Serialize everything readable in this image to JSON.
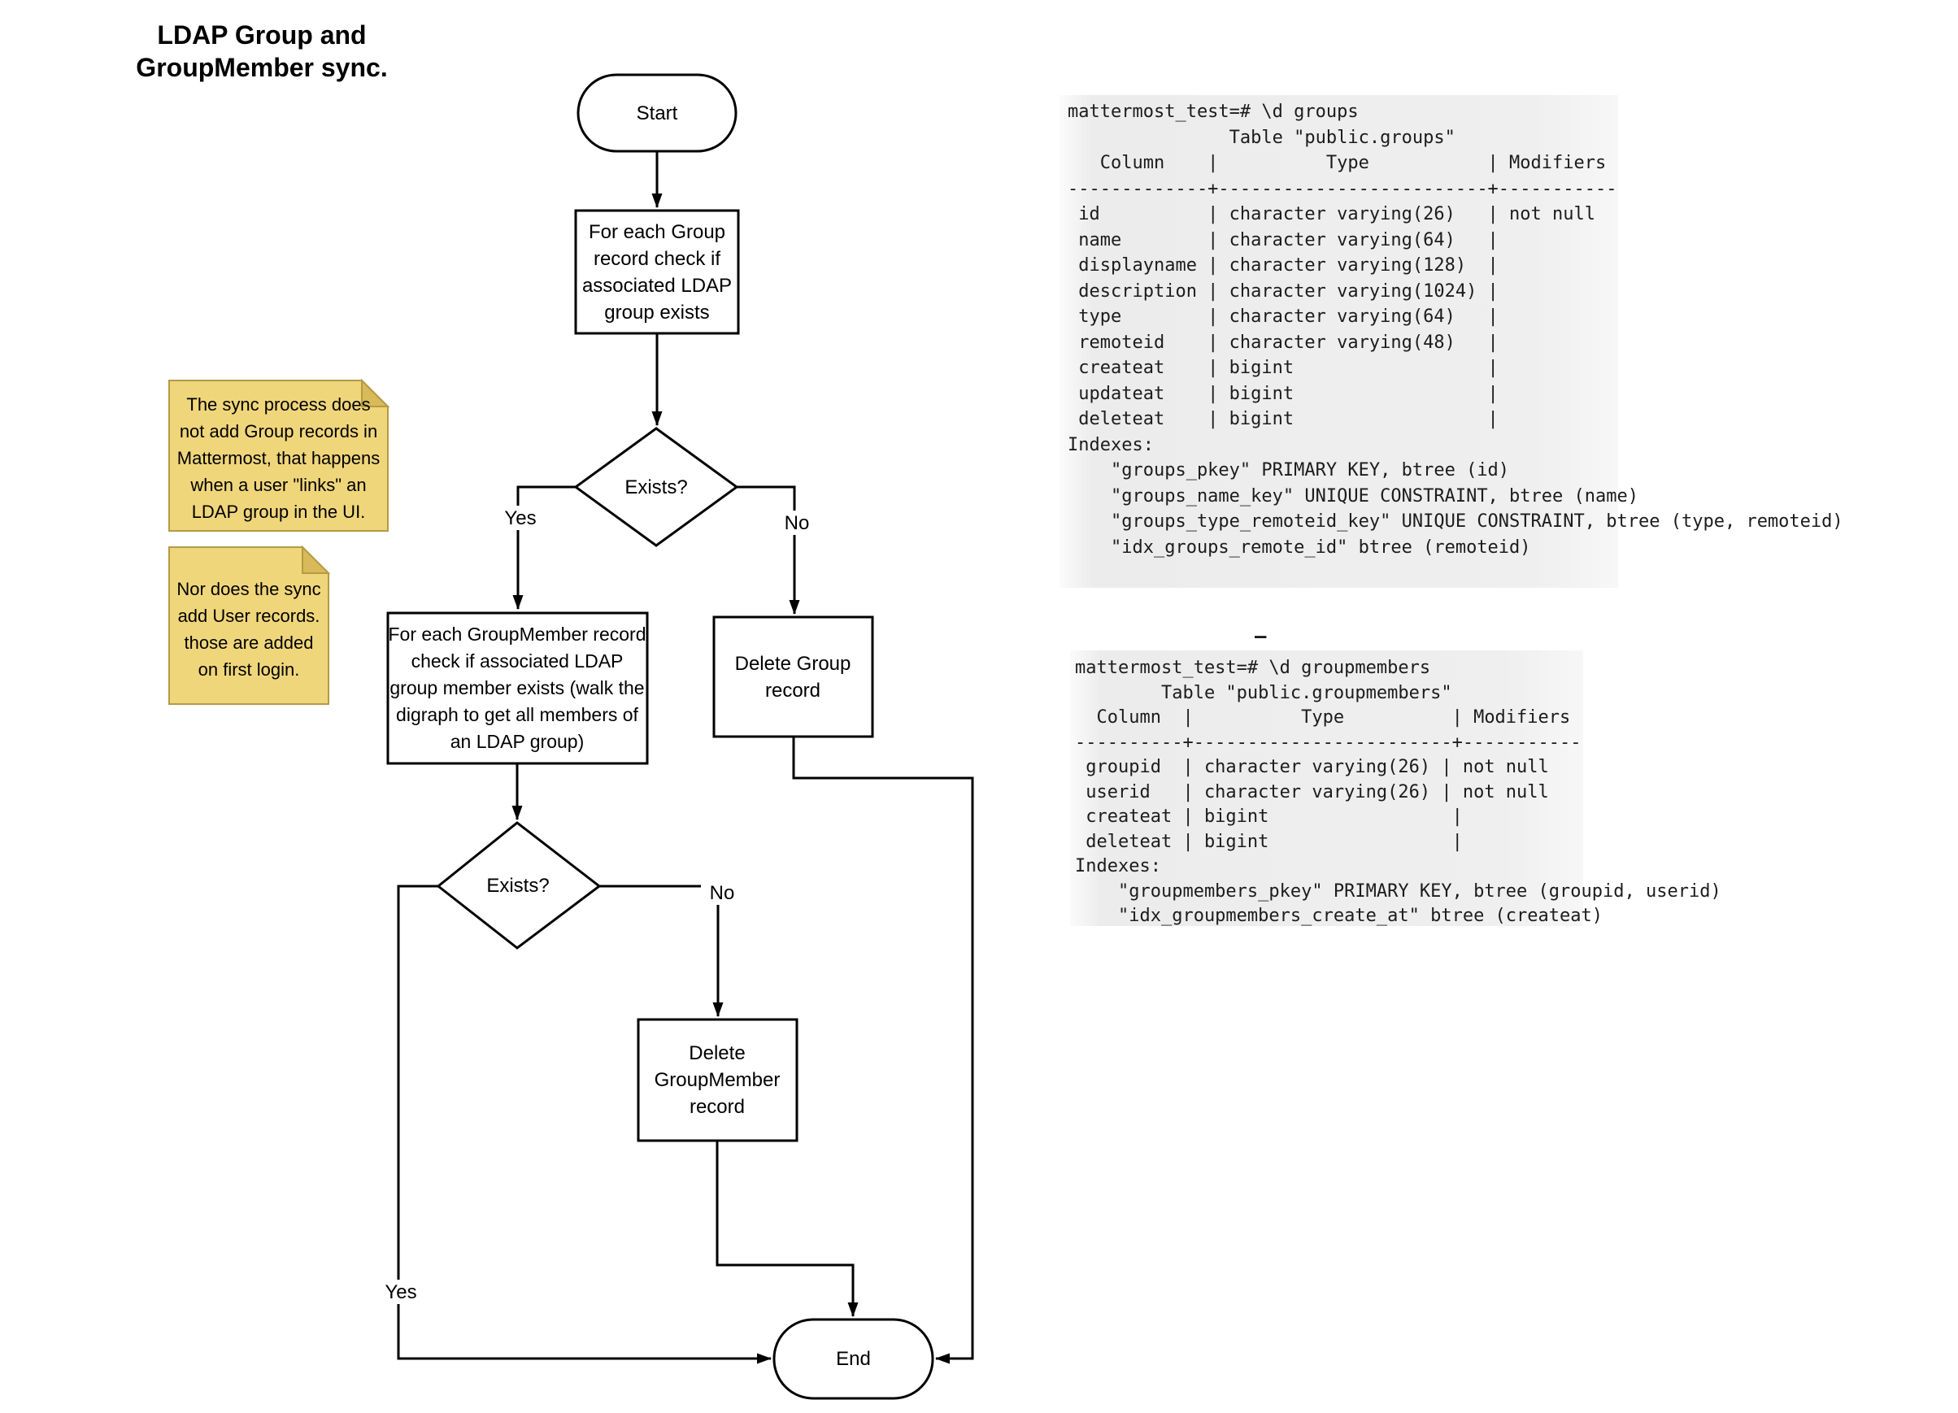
{
  "title": "LDAP Group and\nGroupMember sync.",
  "flowchart": {
    "start_label": "Start",
    "process_group_check": "For each Group\nrecord check if\nassociated LDAP\ngroup exists",
    "decision_group_exists": "Exists?",
    "group_yes_label": "Yes",
    "group_no_label": "No",
    "process_groupmember_check": "For each GroupMember record\ncheck if associated LDAP\ngroup member exists (walk the\ndigraph to get all members of\nan LDAP group)",
    "delete_group": "Delete Group\nrecord",
    "decision_member_exists": "Exists?",
    "member_yes_label": "Yes",
    "member_no_label": "No",
    "delete_groupmember": "Delete\nGroupMember\nrecord",
    "end_label": "End"
  },
  "notes": {
    "note1": "The sync process does\nnot add Group records in\nMattermost, that happens\nwhen a user \"links\" an\nLDAP group in the UI.",
    "note2": "Nor does the sync\nadd User records.\nthose are added\non first login."
  },
  "terminals": {
    "groups_output": "mattermost_test=# \\d groups\n               Table \"public.groups\"\n   Column    |          Type           | Modifiers \n-------------+-------------------------+-----------\n id          | character varying(26)   | not null\n name        | character varying(64)   | \n displayname | character varying(128)  | \n description | character varying(1024) | \n type        | character varying(64)   | \n remoteid    | character varying(48)   | \n createat    | bigint                  | \n updateat    | bigint                  | \n deleteat    | bigint                  | \nIndexes:\n    \"groups_pkey\" PRIMARY KEY, btree (id)\n    \"groups_name_key\" UNIQUE CONSTRAINT, btree (name)\n    \"groups_type_remoteid_key\" UNIQUE CONSTRAINT, btree (type, remoteid)\n    \"idx_groups_remote_id\" btree (remoteid)",
    "stray_dash": "–",
    "groupmembers_output": "mattermost_test=# \\d groupmembers\n        Table \"public.groupmembers\"\n  Column  |          Type          | Modifiers \n----------+------------------------+-----------\n groupid  | character varying(26) | not null\n userid   | character varying(26) | not null\n createat | bigint                 | \n deleteat | bigint                 | \nIndexes:\n    \"groupmembers_pkey\" PRIMARY KEY, btree (groupid, userid)\n    \"idx_groupmembers_create_at\" btree (createat)"
  },
  "colors": {
    "line": "#000000",
    "note_body": "#f0d67b",
    "note_fold": "#d8ba5a",
    "note_border": "#b49a45",
    "terminal_bg": "#ededed",
    "terminal_text": "#1c1c1c"
  }
}
